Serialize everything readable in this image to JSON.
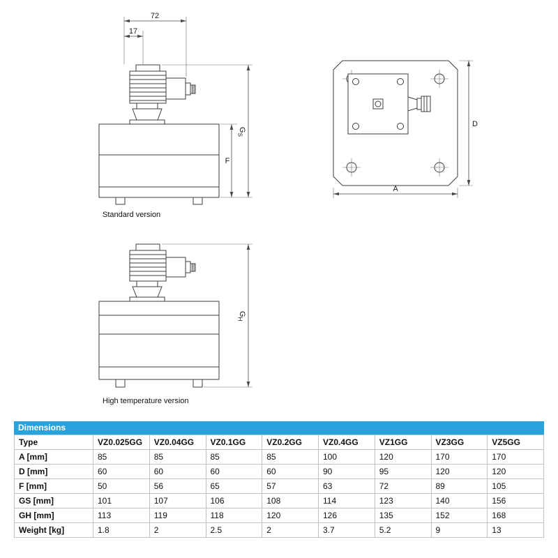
{
  "drawings": {
    "standard": {
      "caption": "Standard version",
      "dim_width": "72",
      "dim_offset": "17",
      "dim_height_main": "G",
      "dim_height_sub": "S",
      "dim_body": "F"
    },
    "front_view": {
      "dim_width": "A",
      "dim_height": "D"
    },
    "high_temperature": {
      "caption": "High temperature version",
      "dim_height_main": "G",
      "dim_height_sub": "H"
    }
  },
  "table": {
    "title": "Dimensions",
    "accent_color": "#29a3dc",
    "columns": [
      "Type",
      "VZ0.025GG",
      "VZ0.04GG",
      "VZ0.1GG",
      "VZ0.2GG",
      "VZ0.4GG",
      "VZ1GG",
      "VZ3GG",
      "VZ5GG"
    ],
    "rows": [
      {
        "label": "A [mm]",
        "values": [
          "85",
          "85",
          "85",
          "85",
          "100",
          "120",
          "170",
          "170"
        ]
      },
      {
        "label": "D [mm]",
        "values": [
          "60",
          "60",
          "60",
          "60",
          "90",
          "95",
          "120",
          "120"
        ]
      },
      {
        "label": "F [mm]",
        "values": [
          "50",
          "56",
          "65",
          "57",
          "63",
          "72",
          "89",
          "105"
        ]
      },
      {
        "label": "GS [mm]",
        "values": [
          "101",
          "107",
          "106",
          "108",
          "114",
          "123",
          "140",
          "156"
        ]
      },
      {
        "label": "GH [mm]",
        "values": [
          "113",
          "119",
          "118",
          "120",
          "126",
          "135",
          "152",
          "168"
        ]
      },
      {
        "label": "Weight [kg]",
        "values": [
          "1.8",
          "2",
          "2.5",
          "2",
          "3.7",
          "5.2",
          "9",
          "13"
        ]
      }
    ]
  }
}
